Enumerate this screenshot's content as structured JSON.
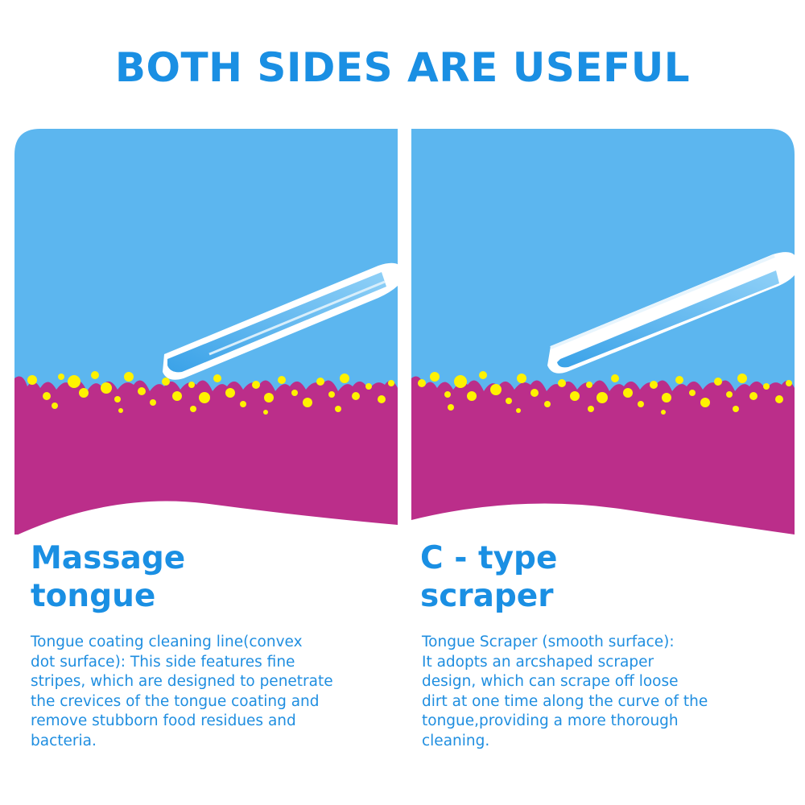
{
  "headline": "BOTH SIDES ARE USEFUL",
  "colors": {
    "accent_blue": "#1a8fe3",
    "sky_blue": "#5cb6ef",
    "tongue_magenta": "#bb2e8a",
    "residue_yellow": "#fff200",
    "text_blue": "#1f8ee0"
  },
  "panels": [
    {
      "title": "Massage\ntongue",
      "description": "Tongue coating cleaning line(convex\ndot surface): This side features fine\nstripes, which are designed to penetrate\nthe crevices of the tongue coating and\nremove stubborn food residues and\nbacteria."
    },
    {
      "title": "C - type\nscraper",
      "description": "Tongue Scraper (smooth surface):\nIt adopts an arcshaped scraper\ndesign, which can scrape off loose\ndirt at one time along the curve of the\ntongue,providing a more thorough\ncleaning."
    }
  ]
}
